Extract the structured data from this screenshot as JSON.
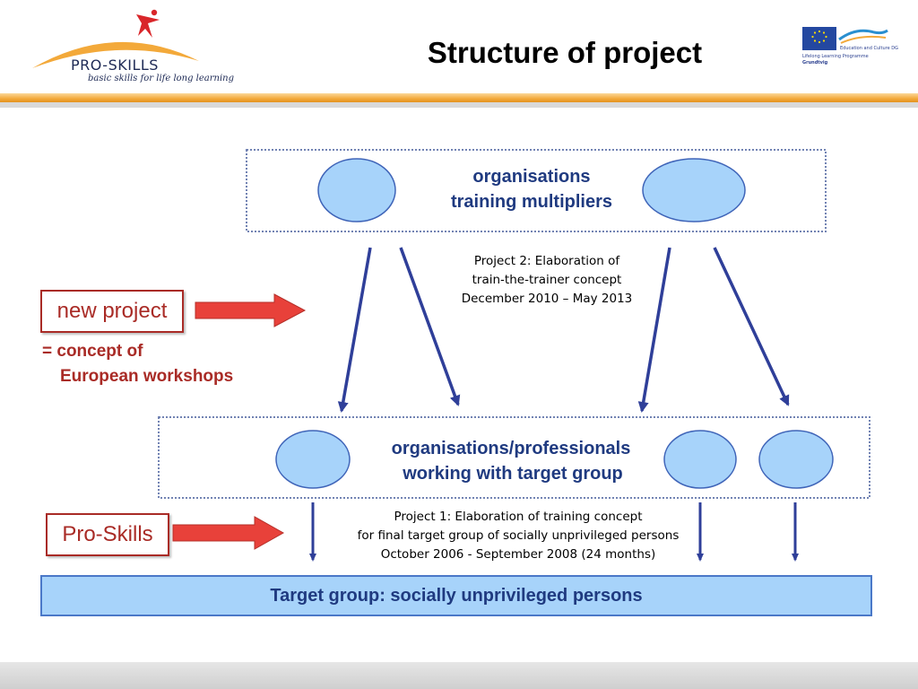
{
  "header": {
    "title": "Structure of project",
    "logo_name": "PRO-SKILLS",
    "logo_tagline": "basic skills for life long learning",
    "eu_logo": {
      "line1": "Education and Culture DG",
      "line2": "Lifelong Learning Programme",
      "line3": "Grundtvig"
    }
  },
  "diagram": {
    "top_box": {
      "line1": "organisations",
      "line2": "training multipliers"
    },
    "middle_box": {
      "line1": "organisations/professionals",
      "line2": "working with target group"
    },
    "project2": [
      "Project 2: Elaboration of",
      "train-the-trainer concept",
      "December 2010 – May 2013"
    ],
    "project1": [
      "Project 1: Elaboration of training concept",
      "for final target group of socially unprivileged persons",
      "October 2006 - September 2008 (24 months)"
    ],
    "new_project_label": "new project",
    "concept_lines": [
      "= concept of",
      "European workshops"
    ],
    "pro_skills_label": "Pro-Skills",
    "target_group": "Target group: socially unprivileged persons"
  },
  "colors": {
    "accent_red": "#a92b26",
    "arrow_red": "#e8413a",
    "diagram_blue": "#1f3a80",
    "ellipse_fill": "#a7d3fa",
    "header_orange": "#f3a93a"
  }
}
